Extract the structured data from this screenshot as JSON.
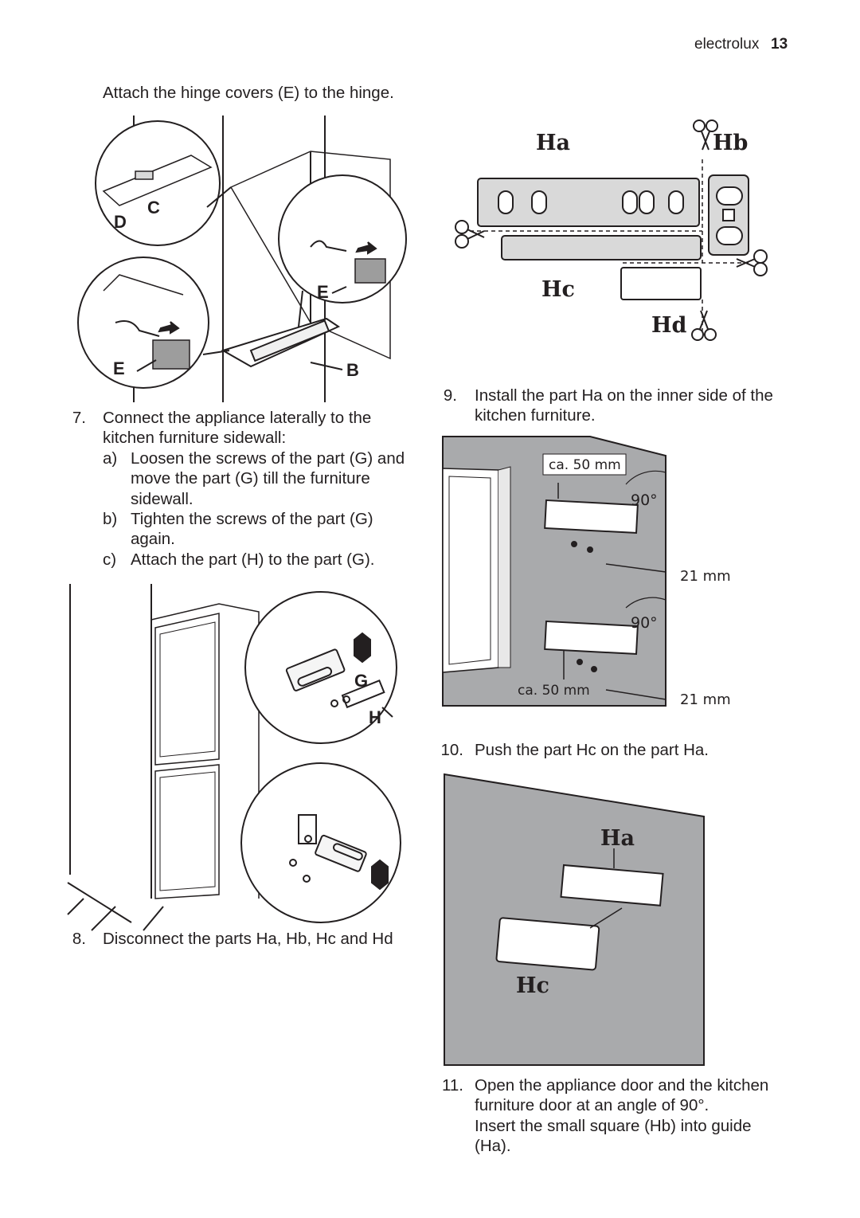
{
  "header": {
    "brand": "electrolux",
    "page_number": "13"
  },
  "intro": "Attach the hinge covers (E) to the hinge.",
  "fig1": {
    "labels": {
      "c": "C",
      "d": "D",
      "e1": "E",
      "e2": "E",
      "b": "B"
    }
  },
  "step7": {
    "number": "7.",
    "line1": "Connect the appliance laterally to the",
    "line2": "kitchen furniture sidewall:",
    "items": [
      {
        "marker": "a)",
        "lines": [
          "Loosen the screws of the part (G) and",
          "move the part (G) till the furniture",
          "sidewall."
        ]
      },
      {
        "marker": "b)",
        "lines": [
          "Tighten the screws of the part (G)",
          "again."
        ]
      },
      {
        "marker": "c)",
        "lines": [
          "Attach the part (H) to the part (G)."
        ]
      }
    ]
  },
  "fig2": {
    "labels": {
      "g": "G",
      "h": "H"
    }
  },
  "step8": {
    "number": "8.",
    "text": "Disconnect the parts Ha, Hb, Hc and Hd"
  },
  "fig3": {
    "labels": {
      "ha": "Ha",
      "hb": "Hb",
      "hc": "Hc",
      "hd": "Hd"
    }
  },
  "step9": {
    "number": "9.",
    "line1": "Install the part Ha on the inner side of the",
    "line2": "kitchen furniture."
  },
  "fig4": {
    "dim_top": "ca. 50 mm",
    "dim_bottom": "ca. 50 mm",
    "angle1": "90°",
    "angle2": "90°",
    "gap1": "21 mm",
    "gap2": "21 mm"
  },
  "step10": {
    "number": "10.",
    "text": "Push the part Hc on the part Ha."
  },
  "fig5": {
    "labels": {
      "ha": "Ha",
      "hc": "Hc"
    }
  },
  "step11": {
    "number": "11.",
    "line1": "Open the appliance door and the kitchen",
    "line2": "furniture door at an angle of 90°.",
    "line3": "Insert the small square (Hb) into guide",
    "line4": "(Ha)."
  },
  "colors": {
    "text": "#231f20",
    "panel_gray": "#a9aaac",
    "light_gray": "#d9d9d9"
  }
}
